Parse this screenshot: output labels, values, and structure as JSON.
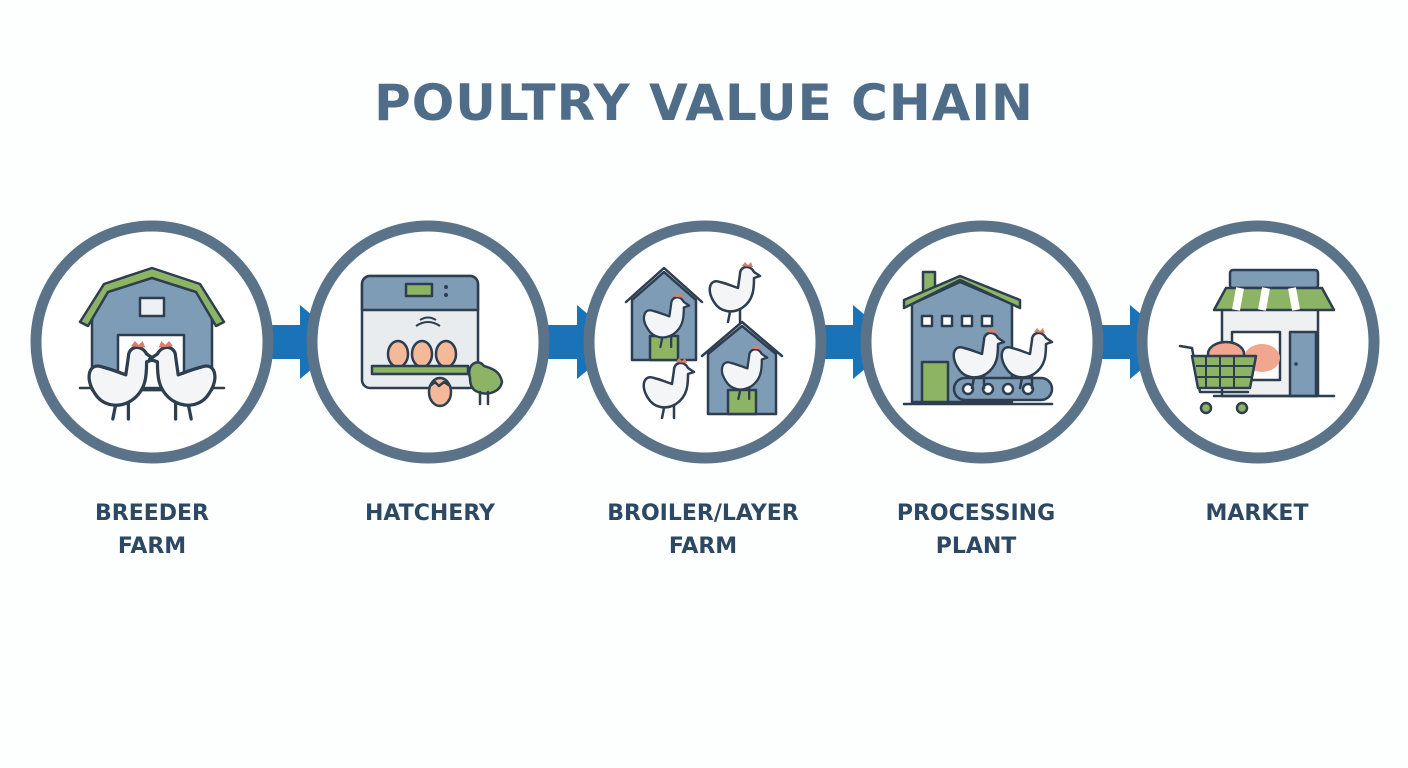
{
  "title": "POULTRY VALUE CHAIN",
  "colors": {
    "ring": "#5a7389",
    "arrow": "#1a72b7",
    "green": "#8cb464",
    "blue": "#7f9cb6",
    "title": "#4f6d88",
    "label": "#2d4862"
  },
  "steps": [
    {
      "line1": "BREEDER",
      "line2": "FARM",
      "icon": "barn-with-hens-icon"
    },
    {
      "line1": "HATCHERY",
      "line2": "",
      "icon": "incubator-eggs-chick-icon"
    },
    {
      "line1": "BROILER/LAYER",
      "line2": "FARM",
      "icon": "chicken-coops-icon"
    },
    {
      "line1": "PROCESSING",
      "line2": "PLANT",
      "icon": "factory-conveyor-icon"
    },
    {
      "line1": "MARKET",
      "line2": "",
      "icon": "store-cart-icon"
    }
  ]
}
